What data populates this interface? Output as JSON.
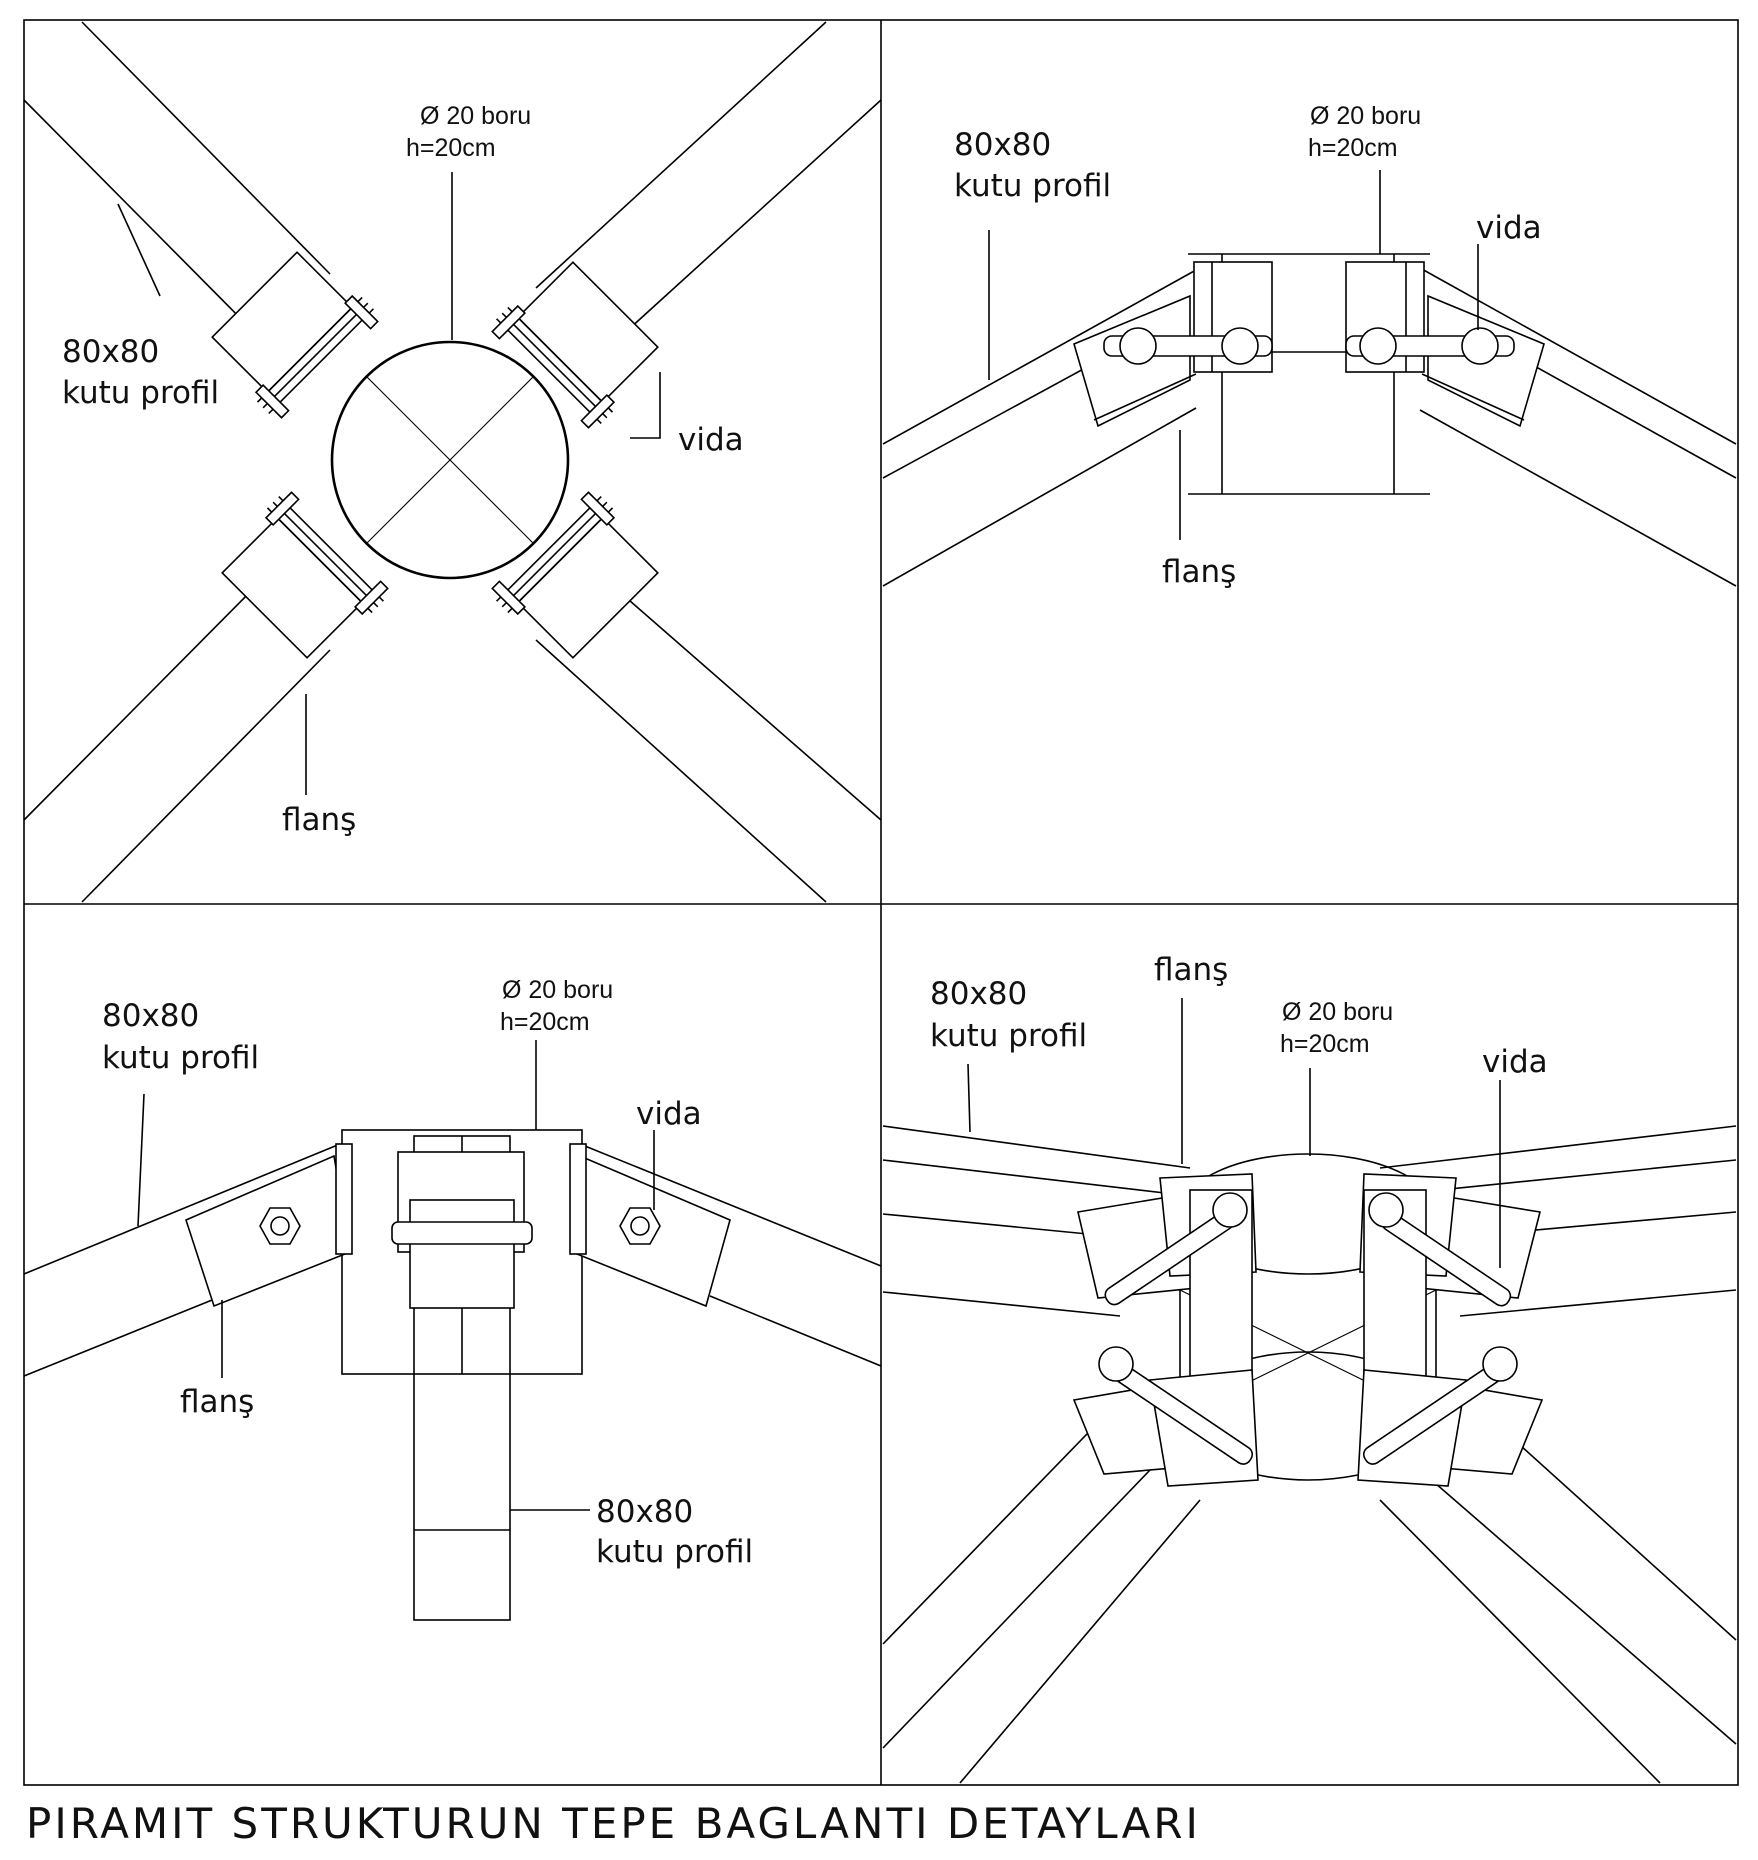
{
  "title": "PIRAMIT STRUKTURUN TEPE BAGLANTI DETAYLARI",
  "labels": {
    "profile_line1": "80x80",
    "profile_line2": "kutu profil",
    "pipe_line1": "Ø 20 boru",
    "pipe_line2": "h=20cm",
    "screw": "vida",
    "flange": "flanş"
  },
  "panels": [
    {
      "view": "plan"
    },
    {
      "view": "front elevation"
    },
    {
      "view": "side elevation"
    },
    {
      "view": "perspective"
    }
  ]
}
